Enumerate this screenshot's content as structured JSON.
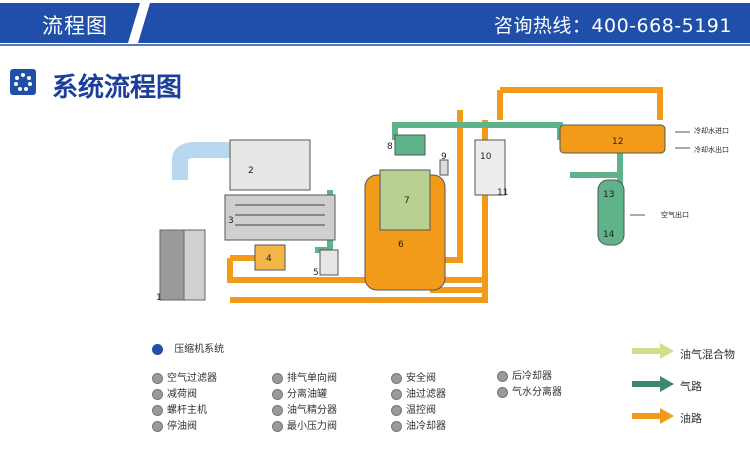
{
  "header": {
    "section_title": "流程图",
    "hotline": "咨询热线：400-668-5191"
  },
  "section": {
    "title": "系统流程图"
  },
  "diagram": {
    "component_numbers": [
      "1",
      "2",
      "3",
      "4",
      "5",
      "6",
      "7",
      "8",
      "9",
      "10",
      "11",
      "12",
      "13",
      "14"
    ],
    "labels": {
      "cold_water_in": "冷却水进口",
      "cold_water_out": "冷却水出口",
      "air_out": "空气出口"
    }
  },
  "legend": {
    "heading": "压缩机系统",
    "items": [
      "空气过滤器",
      "减荷阀",
      "螺杆主机",
      "停油阀",
      "排气单向阀",
      "分离油罐",
      "油气精分器",
      "最小压力阀",
      "安全阀",
      "油过滤器",
      "温控阀",
      "油冷却器",
      "后冷却器",
      "气水分离器"
    ]
  },
  "flow_key": [
    {
      "label": "油气混合物",
      "color": "#cfe08a"
    },
    {
      "label": "气路",
      "color": "#3a8a6a"
    },
    {
      "label": "油路",
      "color": "#f29a1a"
    }
  ],
  "colors": {
    "header_blue": "#1f4fa8",
    "oil": "#f29a1a",
    "air": "#5fb38a",
    "mix": "#cfe08a"
  }
}
